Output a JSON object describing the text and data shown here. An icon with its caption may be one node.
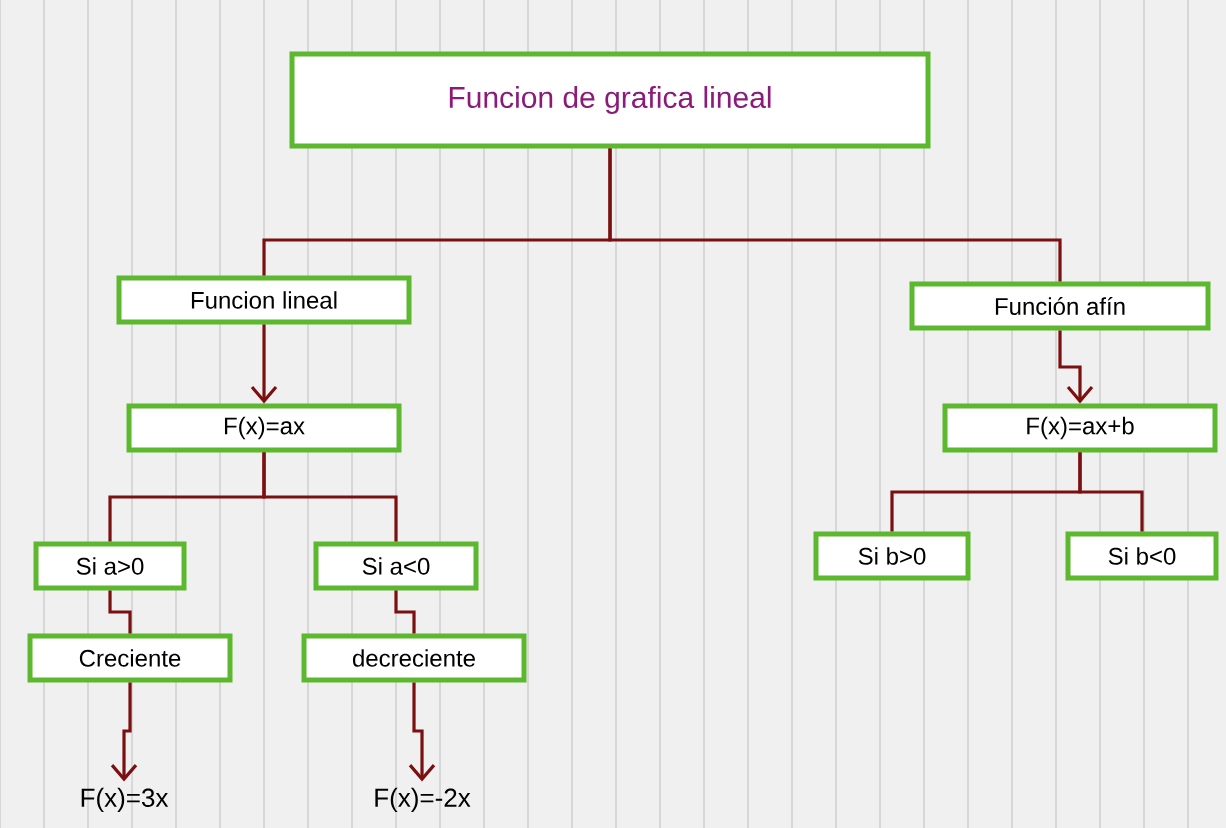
{
  "diagram": {
    "nodes": [
      {
        "text": [
          "Funcion de grafica lineal"
        ]
      },
      {
        "text": [
          "Funcion lineal"
        ]
      },
      {
        "text": [
          "Función afín"
        ]
      },
      {
        "text": [
          "F(x)=ax"
        ]
      },
      {
        "text": [
          "F(x)=ax+b"
        ]
      },
      {
        "text": [
          "Si a>0"
        ]
      },
      {
        "text": [
          "Si a<0"
        ]
      },
      {
        "text": [
          "Si b>0"
        ]
      },
      {
        "text": [
          "Si b<0"
        ]
      },
      {
        "text": [
          "Creciente"
        ]
      },
      {
        "text": [
          "decreciente"
        ]
      },
      {
        "text": [
          "F(x)=3x"
        ]
      },
      {
        "text": [
          "F(x)=-2x"
        ]
      }
    ],
    "edges": [
      {
        "from": 0,
        "to": 1,
        "arrow": "none"
      },
      {
        "from": 0,
        "to": 2,
        "arrow": "none"
      },
      {
        "from": 1,
        "to": 3,
        "arrow": "to"
      },
      {
        "from": 2,
        "to": 4,
        "arrow": "to"
      },
      {
        "from": 3,
        "to": 5,
        "arrow": "none"
      },
      {
        "from": 3,
        "to": 6,
        "arrow": "none"
      },
      {
        "from": 4,
        "to": 7,
        "arrow": "none"
      },
      {
        "from": 4,
        "to": 8,
        "arrow": "none"
      },
      {
        "from": 5,
        "to": 9,
        "arrow": "none"
      },
      {
        "from": 6,
        "to": 10,
        "arrow": "none"
      },
      {
        "from": 9,
        "to": 11,
        "arrow": "to"
      },
      {
        "from": 10,
        "to": 12,
        "arrow": "to"
      }
    ]
  }
}
